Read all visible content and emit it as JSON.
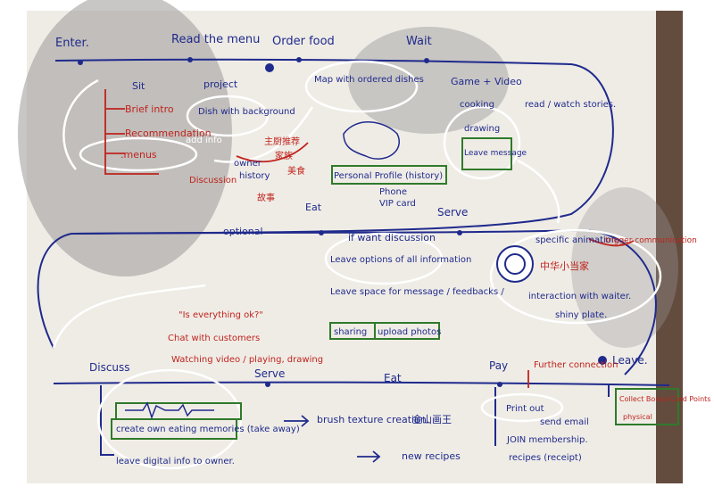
{
  "colors": {
    "ink": "#1f2a8c",
    "red": "#c0231c",
    "white": "#ffffff",
    "green": "#2f7a2a",
    "paper": "#efece6",
    "shadow": "#8c8b8a"
  },
  "stages_top": {
    "enter": "Enter.",
    "read_menu": "Read the menu",
    "order_food": "Order food",
    "wait": "Wait"
  },
  "top_items": {
    "sit": "Sit",
    "brief_intro": "Brief intro",
    "recommendation": "Recommendation",
    "menus": ".menus",
    "project": "project",
    "dish_with_background": "Dish with background",
    "add_info": "add info",
    "discussion": "Discussion",
    "owner": "owner",
    "history": "history",
    "cn_1": "主厨推荐",
    "cn_2": "家族",
    "cn_3": "故事",
    "cn_4": "美食",
    "map_with_dishes": "Map with ordered dishes",
    "personal_profile": "Personal Profile (history)",
    "phone": "Phone",
    "vip_card": "VIP card",
    "game_video": "Game + Video",
    "cooking": "cooking",
    "drawing": "drawing",
    "leave_message": "Leave message",
    "read_watch": "read / watch stories."
  },
  "stages_mid": {
    "eat": "Eat",
    "serve": "Serve",
    "optional": "optional"
  },
  "mid_items": {
    "if_want_discussion": "if want discussion",
    "leave_options": "Leave options of all information",
    "leave_space": "Leave space for message / feedbacks /",
    "sharing": "sharing",
    "upload_photos": "upload photos",
    "specific_animation": "specific animation.",
    "cn_animation": "中华小当家",
    "trigger_communication": "trigger communication",
    "interaction_waiter": "interaction with waiter.",
    "shiny_plate": "shiny plate.",
    "is_everything_ok": "\"Is everything ok?\"",
    "chat_customers": "Chat with customers",
    "watching_video": "Watching video / playing, drawing"
  },
  "stages_bottom": {
    "discuss": "Discuss",
    "serve": "Serve",
    "eat": "Eat",
    "pay": "Pay",
    "leave": "Leave."
  },
  "bottom_items": {
    "create_memories": "create own eating memories (take away)",
    "leave_digital": "leave digital info to owner.",
    "brush_texture": "brush texture creation.",
    "cn_brush": "金山画王",
    "new_recipes": "new recipes",
    "further_connection": "Further connection",
    "print_out": "Print out",
    "send_email": "send email",
    "join_membership": "JOIN membership.",
    "recipes_receipt": "recipes (receipt)",
    "collect_bonus": "Collect Bonus Card Points",
    "physical": "physical"
  }
}
